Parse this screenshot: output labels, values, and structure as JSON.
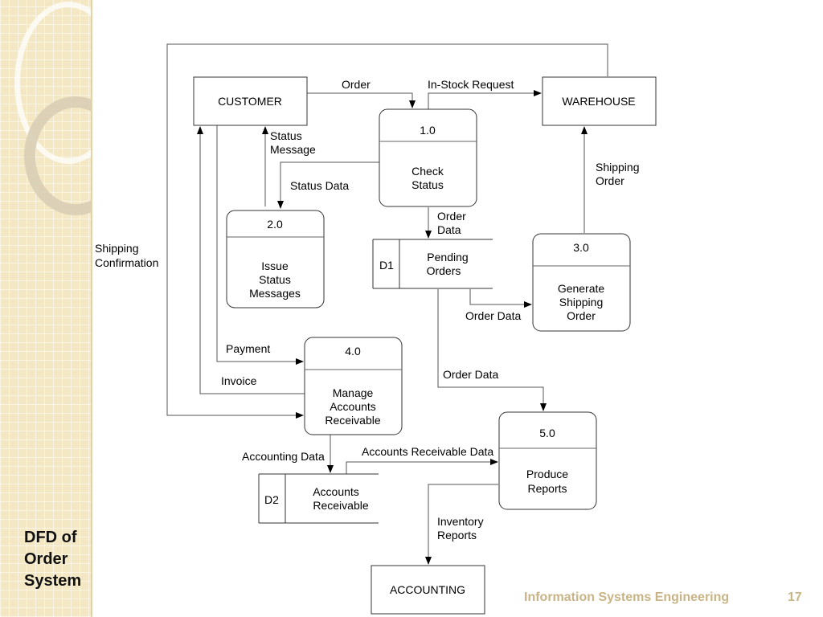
{
  "slide": {
    "title": "DFD of\nOrder\nSystem",
    "footer": "Information Systems Engineering",
    "page_number": "17"
  },
  "entities": {
    "customer": "CUSTOMER",
    "warehouse": "WAREHOUSE",
    "accounting": "ACCOUNTING"
  },
  "processes": {
    "p1": {
      "id": "1.0",
      "name": [
        "Check",
        "Status"
      ]
    },
    "p2": {
      "id": "2.0",
      "name": [
        "Issue",
        "Status",
        "Messages"
      ]
    },
    "p3": {
      "id": "3.0",
      "name": [
        "Generate",
        "Shipping",
        "Order"
      ]
    },
    "p4": {
      "id": "4.0",
      "name": [
        "Manage",
        "Accounts",
        "Receivable"
      ]
    },
    "p5": {
      "id": "5.0",
      "name": [
        "Produce",
        "Reports"
      ]
    }
  },
  "stores": {
    "d1": {
      "id": "D1",
      "name": [
        "Pending",
        "Orders"
      ]
    },
    "d2": {
      "id": "D2",
      "name": [
        "Accounts",
        "Receivable"
      ]
    }
  },
  "flows": {
    "order": "Order",
    "in_stock_request": "In-Stock Request",
    "status_message": [
      "Status",
      "Message"
    ],
    "status_data": "Status Data",
    "shipping_order": [
      "Shipping",
      "Order"
    ],
    "order_data_1": [
      "Order",
      "Data"
    ],
    "shipping_confirmation": [
      "Shipping",
      "Confirmation"
    ],
    "order_data_2": "Order Data",
    "payment": "Payment",
    "invoice": "Invoice",
    "order_data_3": "Order Data",
    "accounting_data": "Accounting Data",
    "ar_data": "Accounts Receivable Data",
    "inventory_reports": [
      "Inventory",
      "Reports"
    ]
  }
}
